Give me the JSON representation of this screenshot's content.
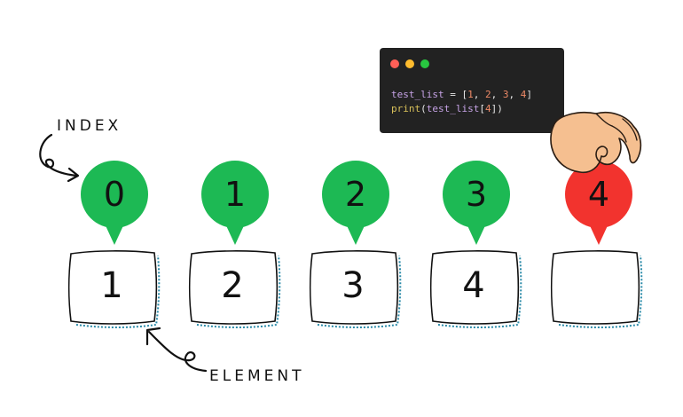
{
  "labels": {
    "index": "INDEX",
    "element": "ELEMENT"
  },
  "code": {
    "line1": {
      "var": "test_list",
      "assign": " = [",
      "nums": [
        "1",
        "2",
        "3",
        "4"
      ],
      "close": "]"
    },
    "line2": {
      "fn": "print",
      "open": "(",
      "var": "test_list",
      "bracket_open": "[",
      "num": "4",
      "bracket_close": "])"
    }
  },
  "indices": [
    "0",
    "1",
    "2",
    "3",
    "4"
  ],
  "elements": [
    "1",
    "2",
    "3",
    "4",
    ""
  ],
  "colors": {
    "index_normal": "#1db954",
    "index_out_of_range": "#f2332e",
    "box_outline": "#2a8aa8",
    "code_bg": "#222222"
  },
  "highlight_index": "4"
}
